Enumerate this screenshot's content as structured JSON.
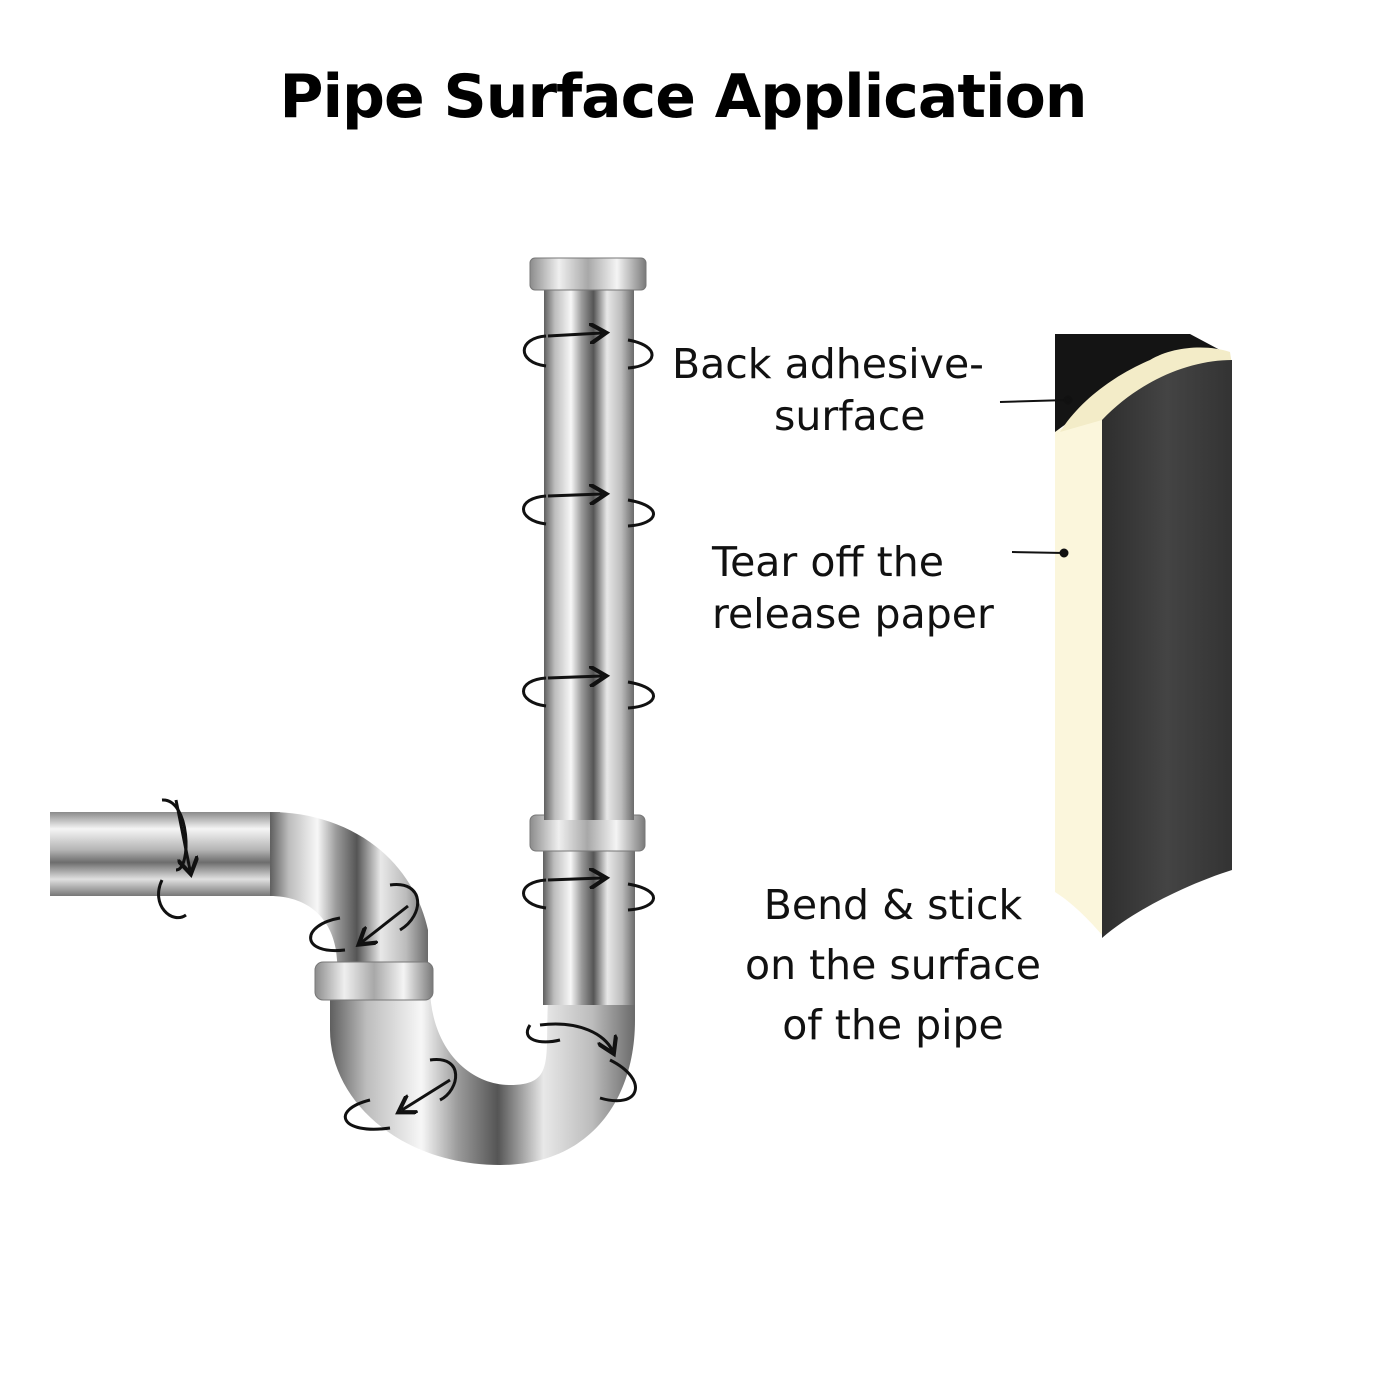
{
  "title": "Pipe Surface Application",
  "labels": {
    "adhesive": [
      "Back adhesive-",
      "surface"
    ],
    "tear": [
      "Tear off the",
      "release paper"
    ],
    "bend": [
      "Bend & stick",
      "on the surface",
      "of the pipe"
    ]
  },
  "colors": {
    "pipe_light": "#f2f2f2",
    "pipe_mid": "#c9c9c9",
    "pipe_dark": "#6e6e6e",
    "sheet_dark": "#3a3a3a",
    "release_paper": "#fbf6dc"
  }
}
